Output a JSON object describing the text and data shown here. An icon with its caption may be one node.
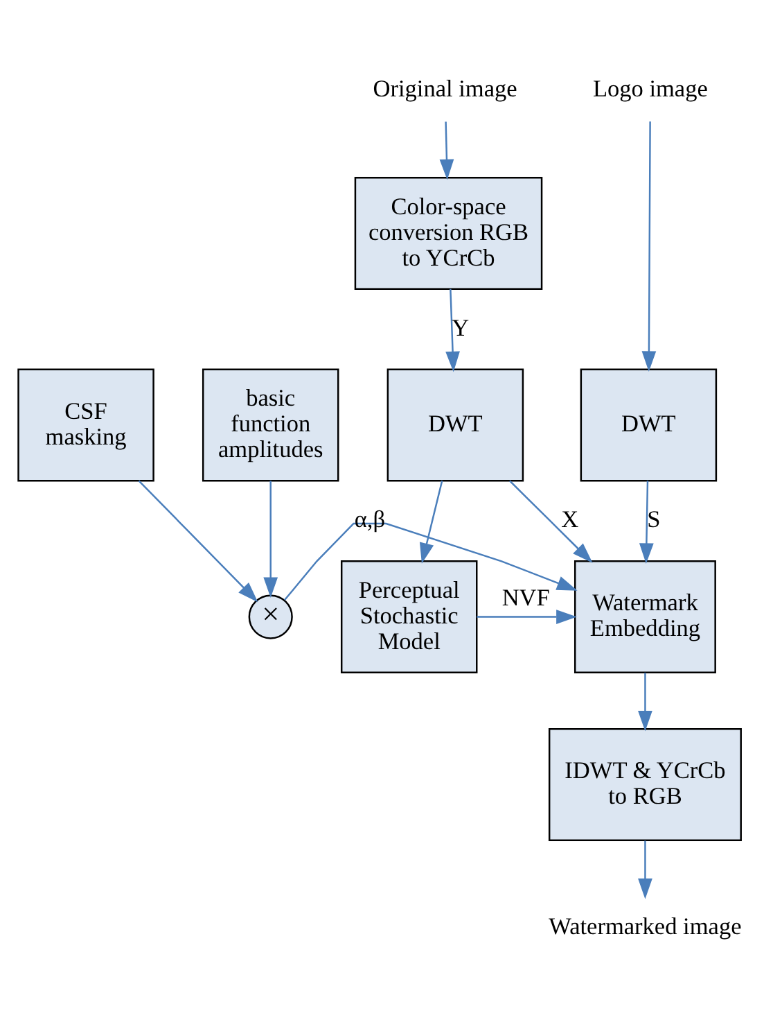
{
  "diagram": {
    "nodes": [
      {
        "text": [
          "Original image"
        ]
      },
      {
        "text": [
          "Color-space conversion RGB to YCrCb"
        ]
      },
      {
        "text": [
          "Logo image"
        ]
      },
      {
        "text": [
          "DWT"
        ]
      },
      {
        "text": [
          "DWT"
        ]
      },
      {
        "text": [
          "Perceptual Stochastic Model"
        ]
      },
      {
        "text": [
          "basic function amplitudes"
        ]
      },
      {
        "text": [
          "CSF masking"
        ]
      },
      {
        "text": [
          "×"
        ]
      },
      {
        "text": [
          "Watermark Embedding"
        ]
      },
      {
        "text": [
          "IDWT & YCrCb to RGB"
        ]
      },
      {
        "text": [
          "Watermarked image"
        ]
      }
    ],
    "edges": [
      {
        "from": 0,
        "to": 1,
        "arrow": "to"
      },
      {
        "from": 1,
        "to": 4,
        "arrow": "to",
        "label": "Y"
      },
      {
        "from": 2,
        "to": 3,
        "arrow": "to"
      },
      {
        "from": 3,
        "to": 9,
        "arrow": "to",
        "label": "S"
      },
      {
        "from": 4,
        "to": 9,
        "arrow": "to",
        "label": "X"
      },
      {
        "from": 4,
        "to": 5,
        "arrow": "to"
      },
      {
        "from": 5,
        "to": 9,
        "arrow": "to",
        "label": "NVF"
      },
      {
        "from": 6,
        "to": 8,
        "arrow": "to"
      },
      {
        "from": 7,
        "to": 8,
        "arrow": "to"
      },
      {
        "from": 8,
        "to": 9,
        "arrow": "to",
        "label": "α,β"
      },
      {
        "from": 9,
        "to": 10,
        "arrow": "to"
      },
      {
        "from": 10,
        "to": 11,
        "arrow": "to"
      }
    ]
  }
}
